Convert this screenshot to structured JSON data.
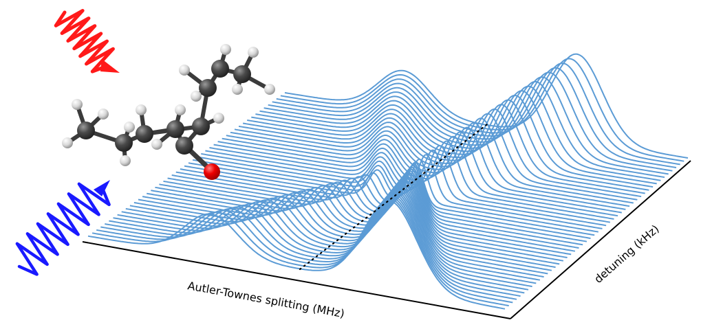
{
  "axes": {
    "x_label": "Autler-Townes splitting (MHz)",
    "y_label": "detuning (kHz)"
  },
  "colors": {
    "trace": "#5b9bd5",
    "background": "#ffffff",
    "axis": "#000000",
    "carbon": "#3a3a3a",
    "hydrogen": "#e0e0e0",
    "oxygen": "#e00000",
    "pump_wave": "#ff1a1a",
    "probe_wave": "#1a1aff",
    "guide_line": "#000000"
  },
  "icons": {
    "molecule": "ball-and-stick-molecule",
    "red_wave": "zigzag-arrow-red",
    "blue_wave": "zigzag-arrow-blue"
  }
}
